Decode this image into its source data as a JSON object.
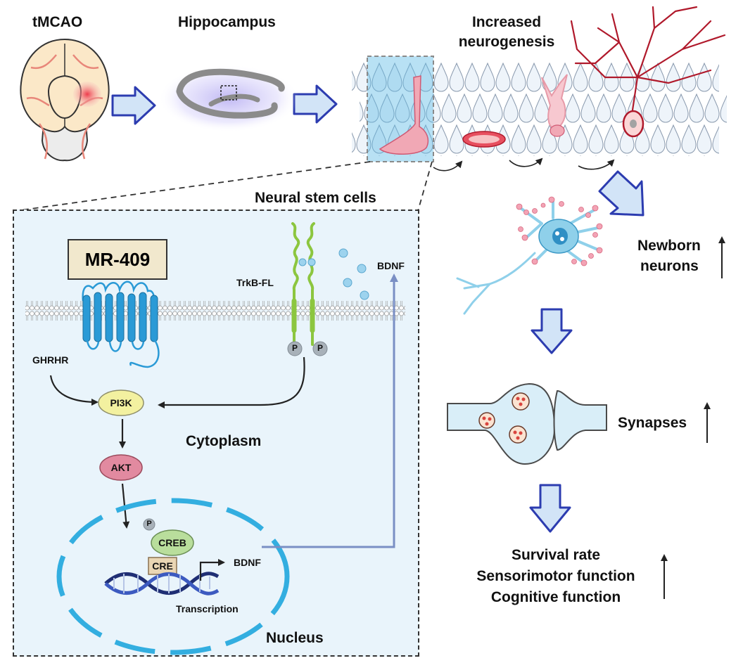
{
  "top": {
    "tmcao": "tMCAO",
    "hippocampus": "Hippocampus",
    "neurogenesis_line1": "Increased",
    "neurogenesis_line2": "neurogenesis"
  },
  "panel": {
    "title": "Neural stem cells",
    "drug": "MR-409",
    "receptor_ghrhr": "GHRHR",
    "receptor_trkb": "TrkB-FL",
    "ligand_bdnf": "BDNF",
    "pi3k": "PI3K",
    "akt": "AKT",
    "creb": "CREB",
    "cre": "CRE",
    "phospho": "P",
    "cytoplasm": "Cytoplasm",
    "nucleus": "Nucleus",
    "transcription": "Transcription",
    "gene_bdnf": "BDNF"
  },
  "outcomes": {
    "newborn_line1": "Newborn",
    "newborn_line2": "neurons",
    "synapses": "Synapses",
    "survival": "Survival rate",
    "sensorimotor": "Sensorimotor function",
    "cognitive": "Cognitive function",
    "up_arrow": "↑"
  },
  "colors": {
    "block_arrow_fill": "#d2e4f7",
    "block_arrow_stroke": "#2c3cb0",
    "panel_bg": "#e9f4fb",
    "receptor_blue": "#2a9ad6",
    "trkb_green": "#8cc63f",
    "nucleus_blue": "#33aee0",
    "neuron_pink": "#f1a8b5",
    "dendrite_red": "#b0192b",
    "pi3k_fill": "#f3f1a0",
    "akt_fill": "#e28aa0",
    "creb_fill": "#b9de9c",
    "cre_fill": "#ead6b4"
  }
}
